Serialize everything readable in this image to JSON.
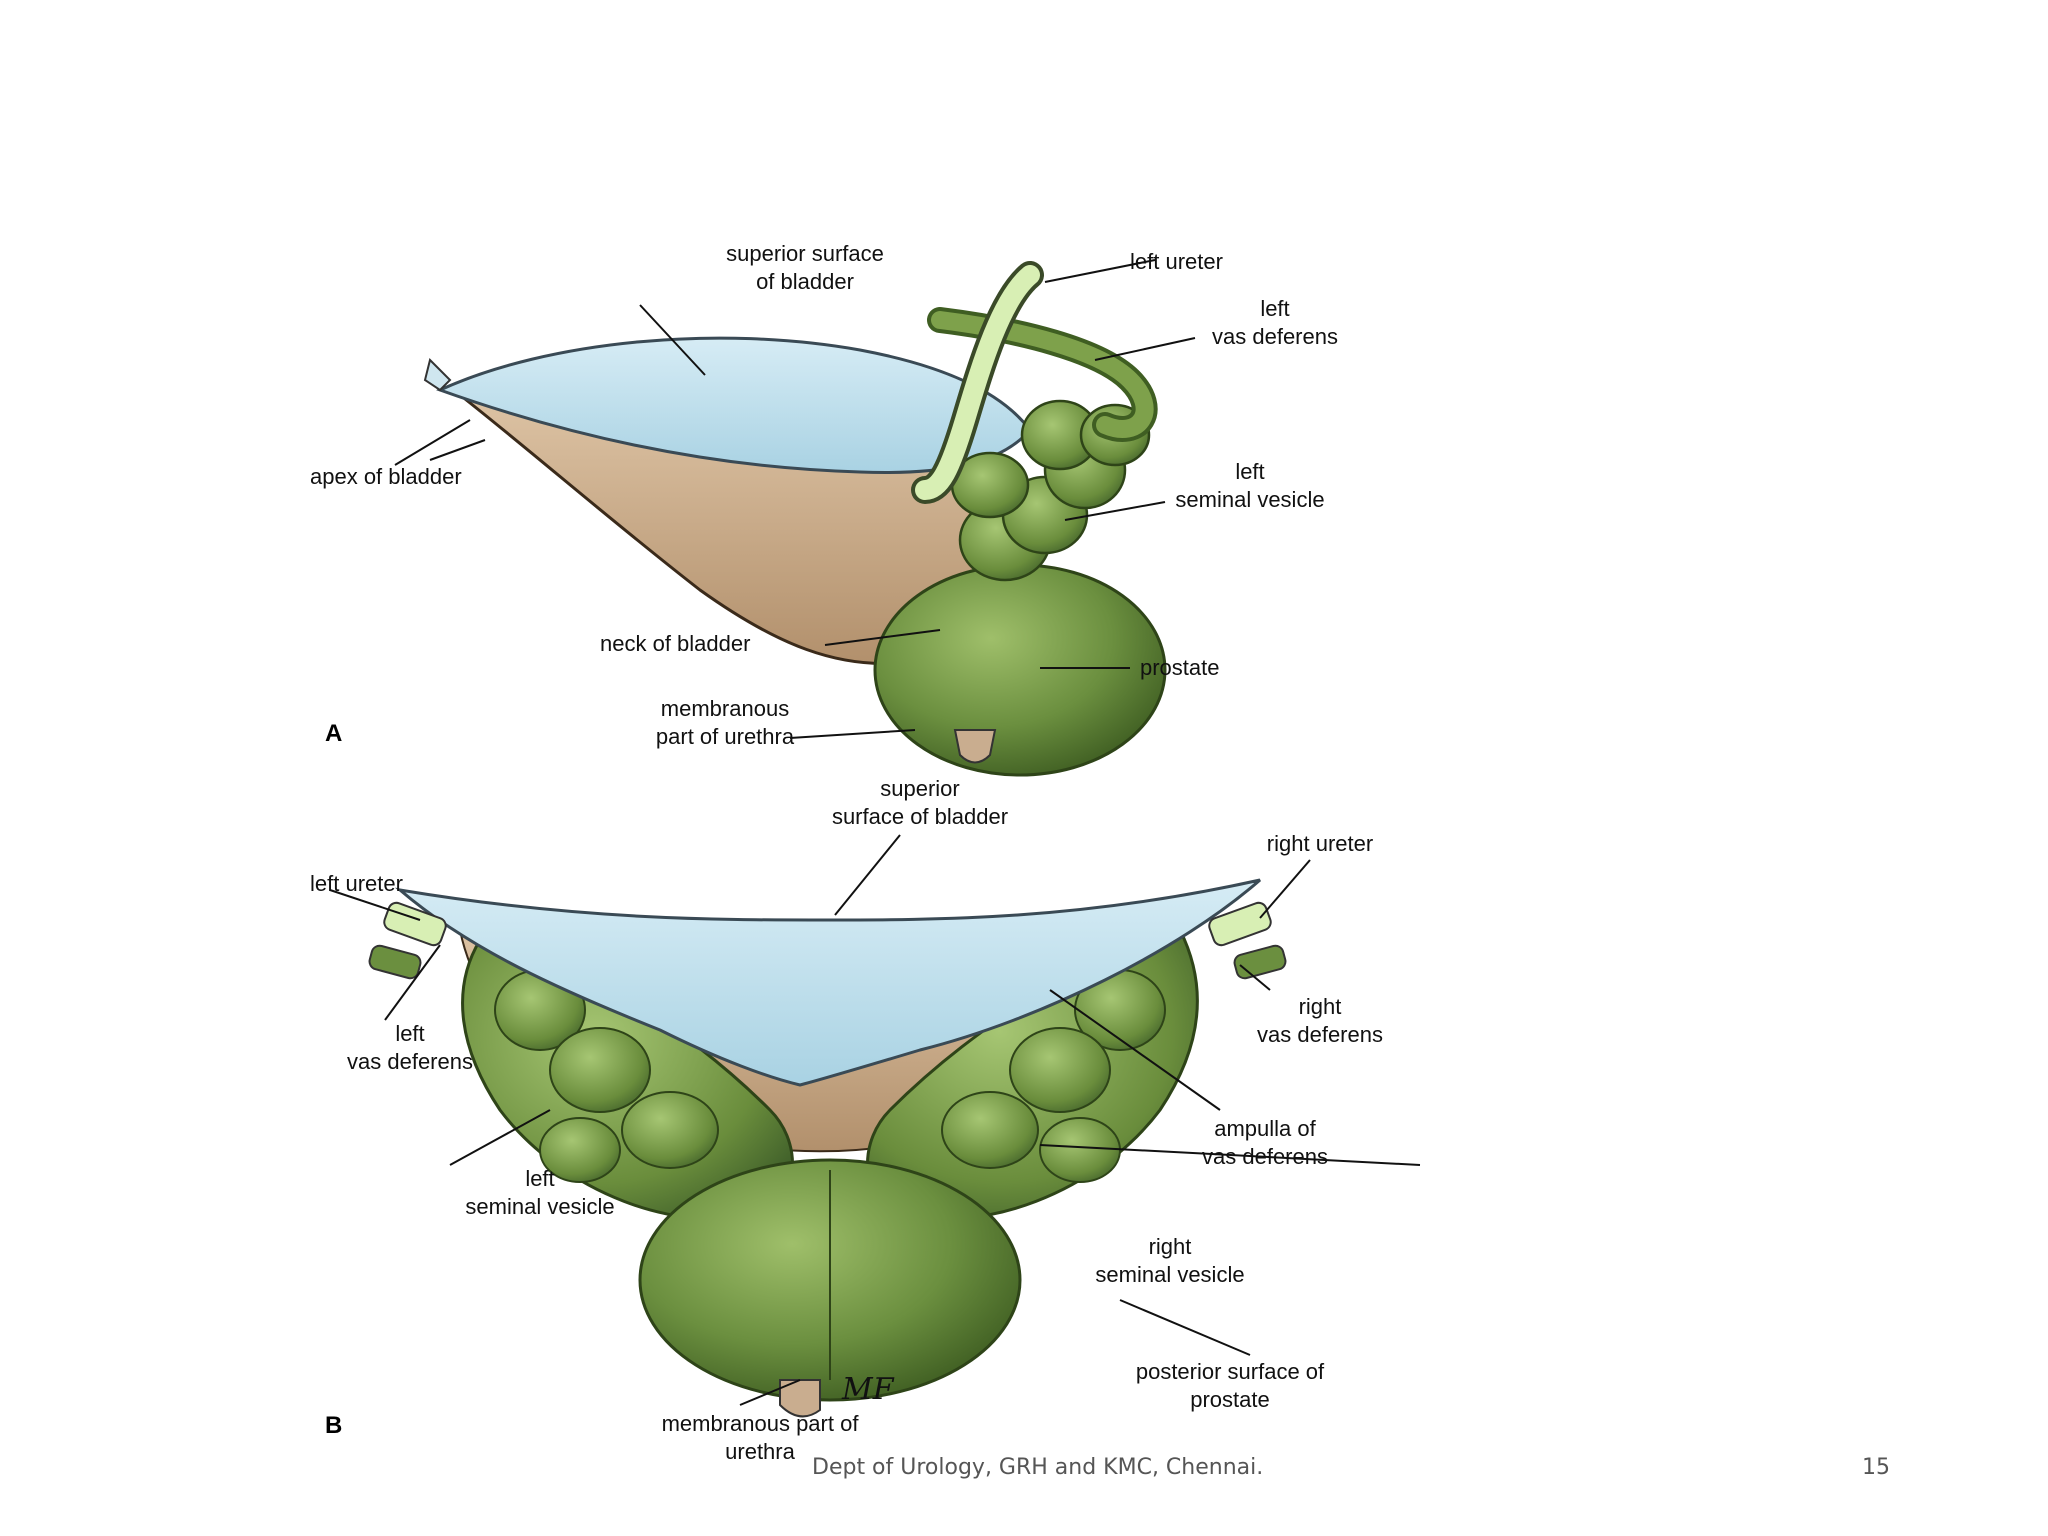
{
  "footer": {
    "text": "Dept of Urology, GRH and KMC, Chennai.",
    "page_number": "15"
  },
  "figure_a": {
    "panel_letter": "A",
    "labels": {
      "superior_surface": "superior surface\nof bladder",
      "left_ureter": "left ureter",
      "left_vas_deferens": "left\nvas deferens",
      "apex": "apex of bladder",
      "left_seminal_vesicle": "left\nseminal vesicle",
      "neck": "neck of bladder",
      "prostate": "prostate",
      "membranous_urethra": "membranous\npart of urethra"
    }
  },
  "figure_b": {
    "panel_letter": "B",
    "labels": {
      "superior_surface": "superior\nsurface of bladder",
      "right_ureter": "right ureter",
      "left_ureter": "left ureter",
      "left_vas_deferens": "left\nvas deferens",
      "right_vas_deferens": "right\nvas deferens",
      "ampulla": "ampulla of\nvas deferens",
      "left_seminal_vesicle": "left\nseminal vesicle",
      "right_seminal_vesicle": "right\nseminal vesicle",
      "posterior_prostate": "posterior surface of\nprostate",
      "membranous_urethra": "membranous part of\nurethra"
    },
    "artist_signature": "MF"
  },
  "colors": {
    "bladder_blue": "#bfe0ec",
    "tissue_tan": "#c9ad8f",
    "gland_green": "#6b8f3f",
    "ureter_pale": "#d8efb4"
  }
}
